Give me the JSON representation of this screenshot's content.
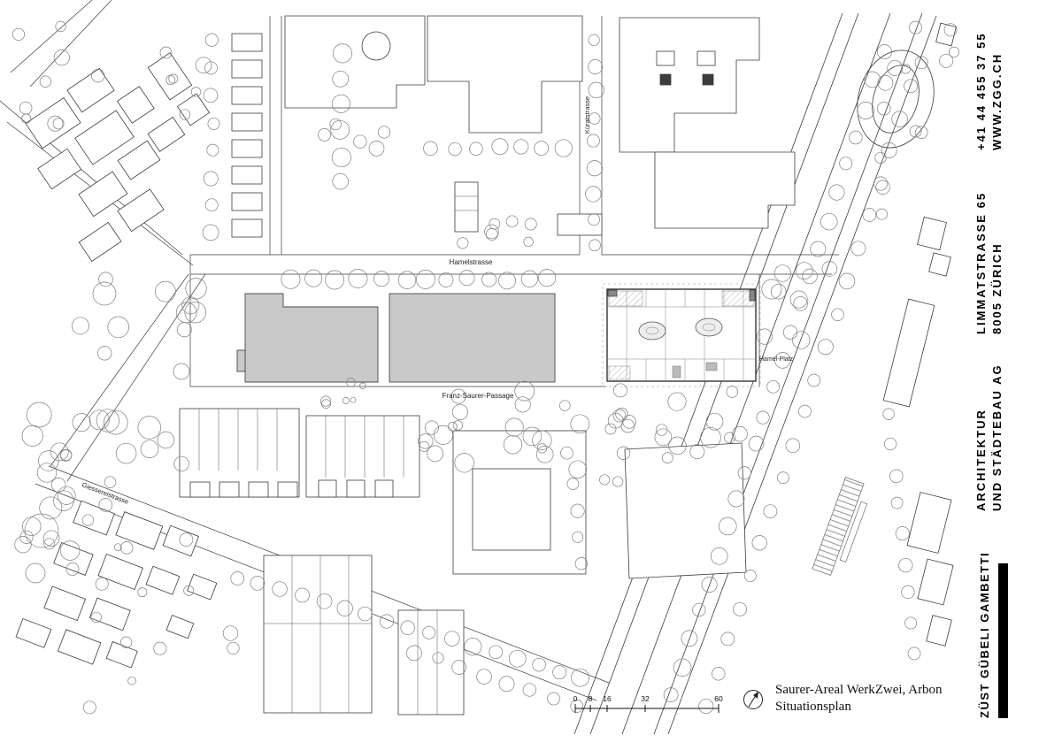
{
  "titleblock": {
    "project": "Saurer-Areal WerkZwei, Arbon",
    "drawing": "Situationsplan"
  },
  "plan": {
    "street_labels": {
      "hamelstrasse": "Hamelstrasse",
      "kuratstrasse": "Küratstrasse",
      "franz_saurer_passage": "Franz-Saurer-Passage",
      "giessereistrasse": "Giessereistrasse",
      "hamel_platz": "Hamel-Platz"
    },
    "scale_ticks": [
      "0",
      "8",
      "16",
      "32",
      "60"
    ]
  },
  "firm": {
    "phone": "+41 44 455 37 55",
    "website": "WWW.ZGG.CH",
    "address_line1": "LIMMATSTRASSE 65",
    "address_line2": "8005 ZÜRICH",
    "descriptor_line1": "ARCHITEKTUR",
    "descriptor_line2": "UND STÄDTEBAU AG",
    "name": "ZÜST GÜBELI GAMBETTI"
  },
  "icons": {
    "north_arrow": "north-arrow-icon"
  },
  "colors": {
    "hall_fill": "#c9c9c9",
    "line": "#3c3c3c",
    "accent_bar": "#000000"
  }
}
